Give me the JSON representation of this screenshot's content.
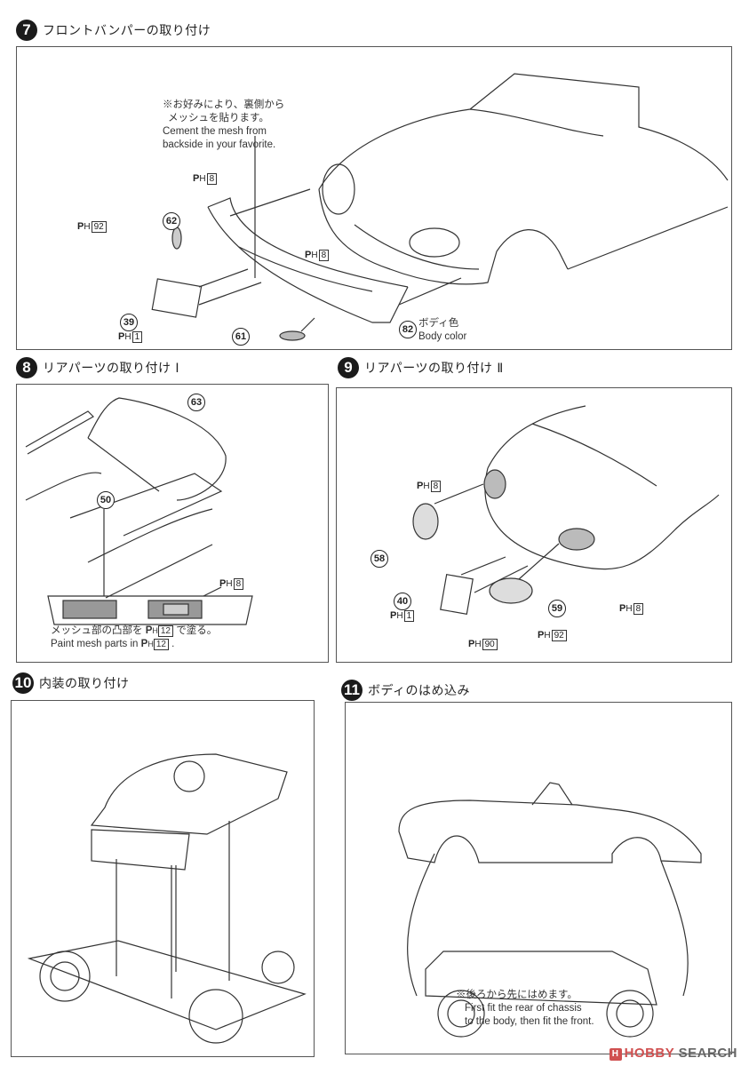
{
  "steps": [
    {
      "number": "7",
      "title": "フロントバンパーの取り付け",
      "note_jp_1": "※お好みにより、裏側から",
      "note_jp_2": "メッシュを貼ります。",
      "note_en_1": "Cement the mesh from",
      "note_en_2": "backside in your favorite.",
      "body_jp": "ボディ色",
      "body_en": "Body color",
      "parts": [
        "62",
        "39",
        "61",
        "82"
      ],
      "paints": [
        {
          "prefix": "P",
          "sub": "H",
          "code": "8"
        },
        {
          "prefix": "P",
          "sub": "H",
          "code": "92"
        },
        {
          "prefix": "P",
          "sub": "H",
          "code": "8"
        },
        {
          "prefix": "P",
          "sub": "H",
          "code": "1"
        }
      ]
    },
    {
      "number": "8",
      "title": "リアパーツの取り付け Ⅰ",
      "parts": [
        "63",
        "50"
      ],
      "paints": [
        {
          "prefix": "P",
          "sub": "H",
          "code": "8"
        }
      ],
      "note_jp_pre": "メッシュ部の凸部を",
      "note_jp_code": "12",
      "note_jp_post": "で塗る。",
      "note_en_pre": "Paint mesh parts in",
      "note_en_code": "12",
      "note_en_post": "."
    },
    {
      "number": "9",
      "title": "リアパーツの取り付け Ⅱ",
      "parts": [
        "58",
        "40",
        "59"
      ],
      "paints": [
        {
          "prefix": "P",
          "sub": "H",
          "code": "8"
        },
        {
          "prefix": "P",
          "sub": "H",
          "code": "1"
        },
        {
          "prefix": "P",
          "sub": "H",
          "code": "90"
        },
        {
          "prefix": "P",
          "sub": "H",
          "code": "92"
        },
        {
          "prefix": "P",
          "sub": "H",
          "code": "8"
        }
      ]
    },
    {
      "number": "10",
      "title": "内装の取り付け"
    },
    {
      "number": "11",
      "title": "ボディのはめ込み",
      "note_jp": "※後ろから先にはめます。",
      "note_en_1": "First fit the rear of chassis",
      "note_en_2": "to the body, then fit the front."
    }
  ],
  "watermark": {
    "icon": "H",
    "brand1": "HOBBY",
    "brand2": "SEARCH",
    "color": "#d05050"
  }
}
